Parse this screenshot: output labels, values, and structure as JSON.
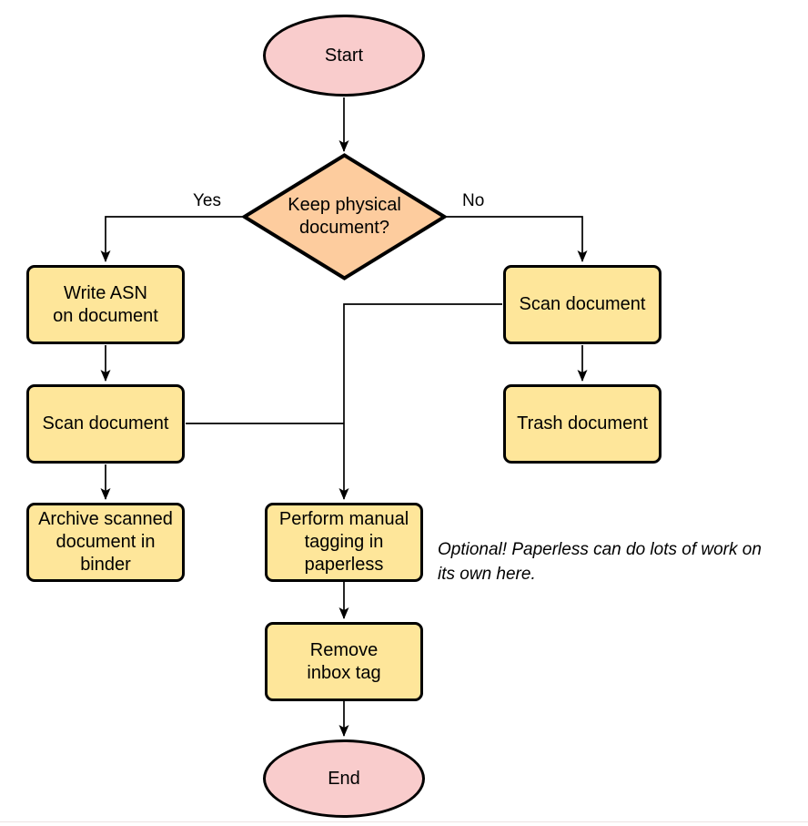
{
  "colors": {
    "canvas_bg": "#ffffff",
    "terminal_fill": "#f9cccc",
    "decision_fill": "#fdcc9e",
    "process_fill": "#fee69a",
    "stroke": "#000000",
    "connector": "#000000",
    "text": "#000000",
    "footer_line": "#ece2e2"
  },
  "flowchart": {
    "nodes": {
      "start": "Start",
      "decision": "Keep physical\ndocument?",
      "write_asn": "Write ASN\non document",
      "scan_keep": "Scan document",
      "archive": "Archive scanned\ndocument in\nbinder",
      "scan_discard": "Scan document",
      "trash": "Trash document",
      "tagging": "Perform manual\ntagging in\npaperless",
      "remove_inbox": "Remove\ninbox tag",
      "end": "End"
    },
    "edge_labels": {
      "yes": "Yes",
      "no": "No"
    },
    "annotation": "Optional! Paperless can do lots of work on\nits own here.",
    "edges": [
      {
        "from": "start",
        "to": "decision",
        "label": ""
      },
      {
        "from": "decision",
        "to": "write_asn",
        "label": "Yes"
      },
      {
        "from": "decision",
        "to": "scan_discard",
        "label": "No"
      },
      {
        "from": "write_asn",
        "to": "scan_keep",
        "label": ""
      },
      {
        "from": "scan_keep",
        "to": "archive",
        "label": ""
      },
      {
        "from": "scan_keep",
        "to": "tagging",
        "label": ""
      },
      {
        "from": "scan_discard",
        "to": "trash",
        "label": ""
      },
      {
        "from": "scan_discard",
        "to": "tagging",
        "label": ""
      },
      {
        "from": "tagging",
        "to": "remove_inbox",
        "label": ""
      },
      {
        "from": "remove_inbox",
        "to": "end",
        "label": ""
      }
    ]
  }
}
